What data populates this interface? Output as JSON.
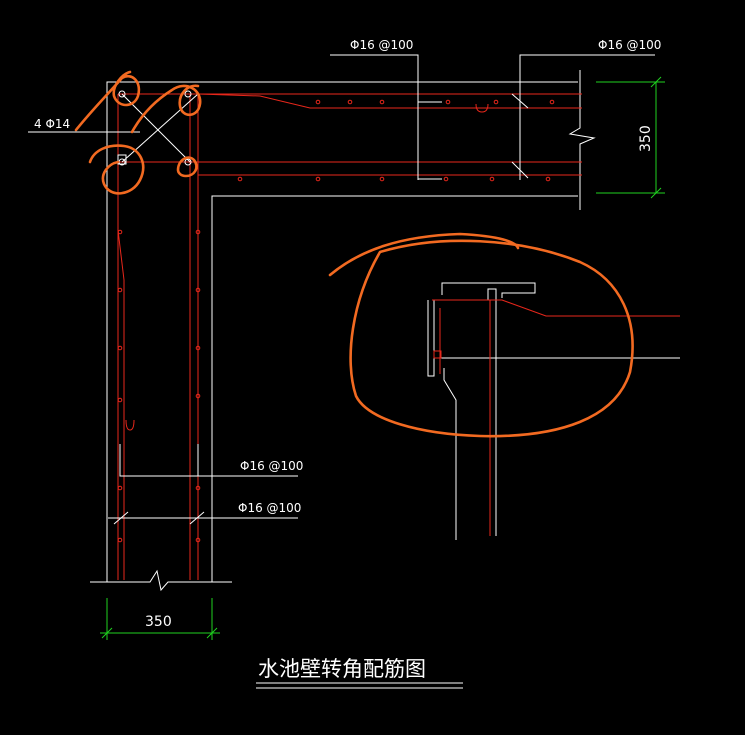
{
  "drawing": {
    "title": "水池壁转角配筋图",
    "labels": {
      "corner_bars": "4 Φ14",
      "rebar_top_left": "Φ16 @100",
      "rebar_top_right": "Φ16 @100",
      "rebar_side_upper": "Φ16 @100",
      "rebar_side_lower": "Φ16 @100"
    },
    "dimensions": {
      "horizontal_wall": "350",
      "vertical_wall": "350"
    },
    "colors": {
      "outline": "#ffffff",
      "rebar": "#e8271b",
      "dimension": "#1fd21f",
      "markup": "#f26a21"
    }
  }
}
